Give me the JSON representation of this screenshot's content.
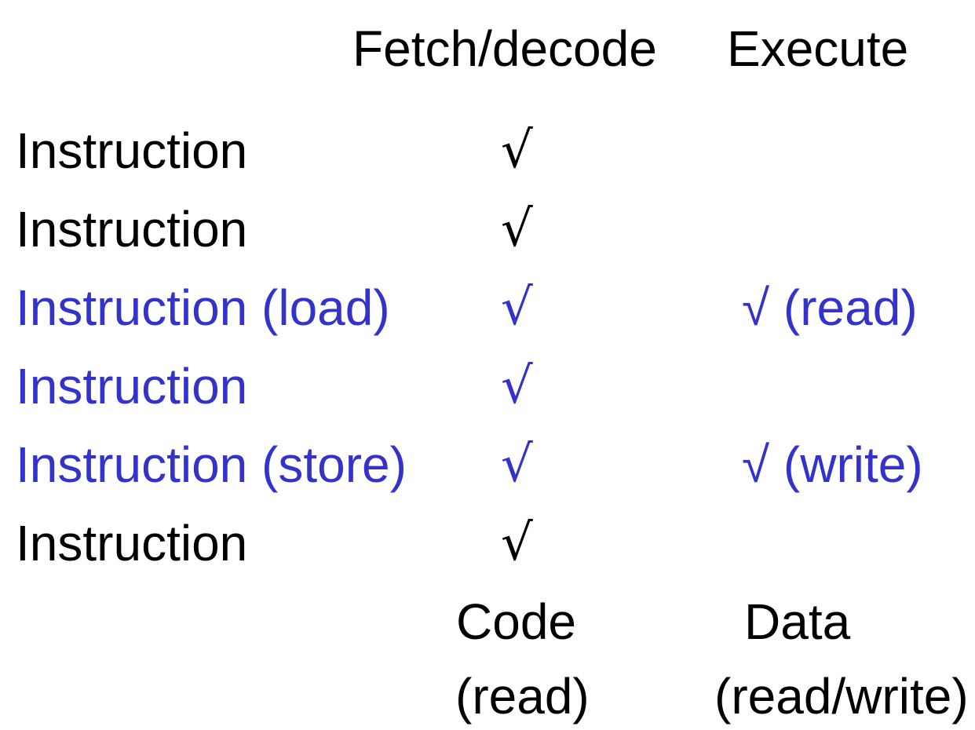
{
  "headers": {
    "fetch_decode": "Fetch/decode",
    "execute": "Execute"
  },
  "rows": [
    {
      "label": "Instruction",
      "fetch": "√",
      "execute": "",
      "highlighted": false
    },
    {
      "label": "Instruction",
      "fetch": "√",
      "execute": "",
      "highlighted": false
    },
    {
      "label": "Instruction (load)",
      "fetch": "√",
      "execute": "√ (read)",
      "highlighted": true
    },
    {
      "label": "Instruction",
      "fetch": "√",
      "execute": "",
      "highlighted": true
    },
    {
      "label": "Instruction (store)",
      "fetch": "√",
      "execute": "√ (write)",
      "highlighted": true
    },
    {
      "label": "Instruction",
      "fetch": "√",
      "execute": "",
      "highlighted": false
    }
  ],
  "footer": {
    "code": "Code",
    "code_access": "(read)",
    "data": "Data",
    "data_access": "(read/write)"
  },
  "colors": {
    "text": "#000000",
    "highlight": "#3333cc"
  }
}
